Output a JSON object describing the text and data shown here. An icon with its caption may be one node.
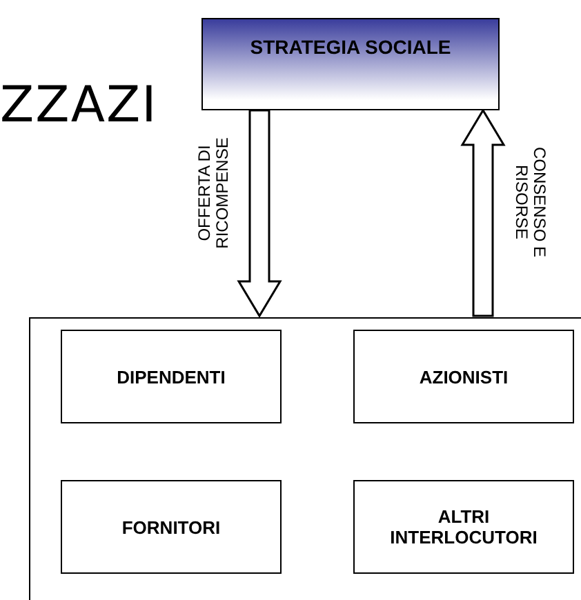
{
  "diagram": {
    "nodes": [
      {
        "text": [
          "STRATEGIA SOCIALE"
        ]
      },
      {
        "text": [],
        "shape": "box"
      },
      {
        "text": [
          "DIPENDENTI"
        ],
        "in": 1
      },
      {
        "text": [
          "AZIONISTI"
        ],
        "in": 1
      },
      {
        "text": [
          "FORNITORI"
        ],
        "in": 1
      },
      {
        "text": [
          "ALTRI INTERLOCUTORI"
        ],
        "in": 1
      }
    ],
    "edges": [
      {
        "from": 0,
        "to": 1,
        "arrow": "to",
        "label": "OFFERTA DI RICOMPENSE"
      },
      {
        "from": 1,
        "to": 0,
        "arrow": "to",
        "label": "CONSENSO E RISORSE"
      }
    ],
    "labels": [
      "ZZAZI"
    ]
  }
}
